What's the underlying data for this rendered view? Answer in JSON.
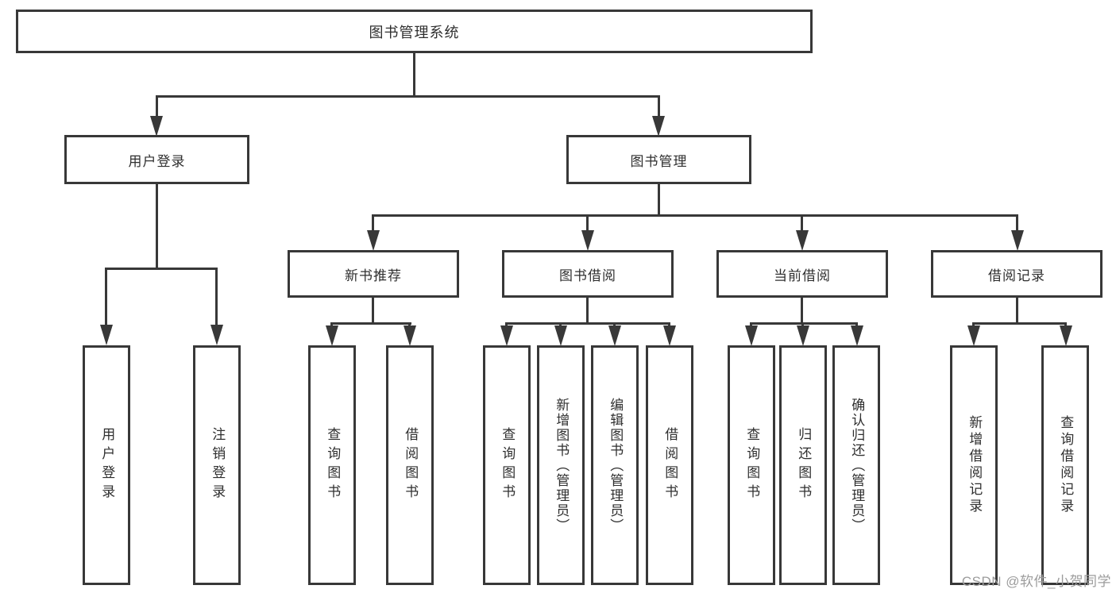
{
  "tree": {
    "root": {
      "label": "图书管理系统"
    },
    "branches": [
      {
        "label": "用户登录",
        "children": [
          {
            "label": "用户登录"
          },
          {
            "label": "注销登录"
          }
        ]
      },
      {
        "label": "图书管理",
        "children": [
          {
            "label": "新书推荐",
            "children": [
              {
                "label": "查询图书"
              },
              {
                "label": "借阅图书"
              }
            ]
          },
          {
            "label": "图书借阅",
            "children": [
              {
                "label": "查询图书"
              },
              {
                "label": "新增图书（管理员）"
              },
              {
                "label": "编辑图书（管理员）"
              },
              {
                "label": "借阅图书"
              }
            ]
          },
          {
            "label": "当前借阅",
            "children": [
              {
                "label": "查询图书"
              },
              {
                "label": "归还图书"
              },
              {
                "label": "确认归还（管理员）"
              }
            ]
          },
          {
            "label": "借阅记录",
            "children": [
              {
                "label": "新增借阅记录"
              },
              {
                "label": "查询借阅记录"
              }
            ]
          }
        ]
      }
    ]
  },
  "watermark": {
    "text": "CSDN @软件_小贺同学"
  },
  "colors": {
    "line": "#383838",
    "text": "#2f2f2f",
    "watermark": "#9c9c9c",
    "background": "#ffffff"
  }
}
